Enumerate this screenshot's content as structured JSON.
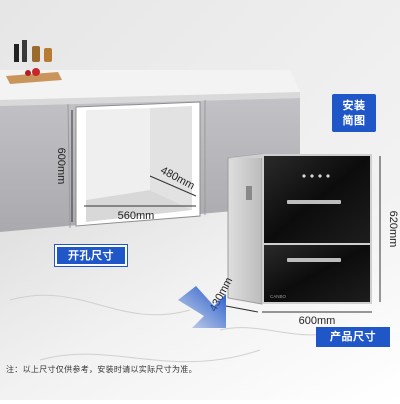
{
  "labels": {
    "install_line1": "安装",
    "install_line2": "简图",
    "cutout_size": "开孔尺寸",
    "product_size": "产品尺寸",
    "brand": "CANBO"
  },
  "dimensions": {
    "cutout_height": "600mm",
    "cutout_depth": "480mm",
    "cutout_width": "560mm",
    "product_height": "620mm",
    "product_depth": "430mm",
    "product_width": "600mm"
  },
  "note": "注：以上尺寸仅供参考，安装时请以实际尺寸为准。",
  "colors": {
    "accent": "#1f56c8",
    "cabinet": "#b9b9bd",
    "appliance_glass": "#111111",
    "counter": "#f1f1f1",
    "wall": "#e8e8e8"
  },
  "icons": {
    "insert_arrow": "arrow-up-right-icon"
  }
}
